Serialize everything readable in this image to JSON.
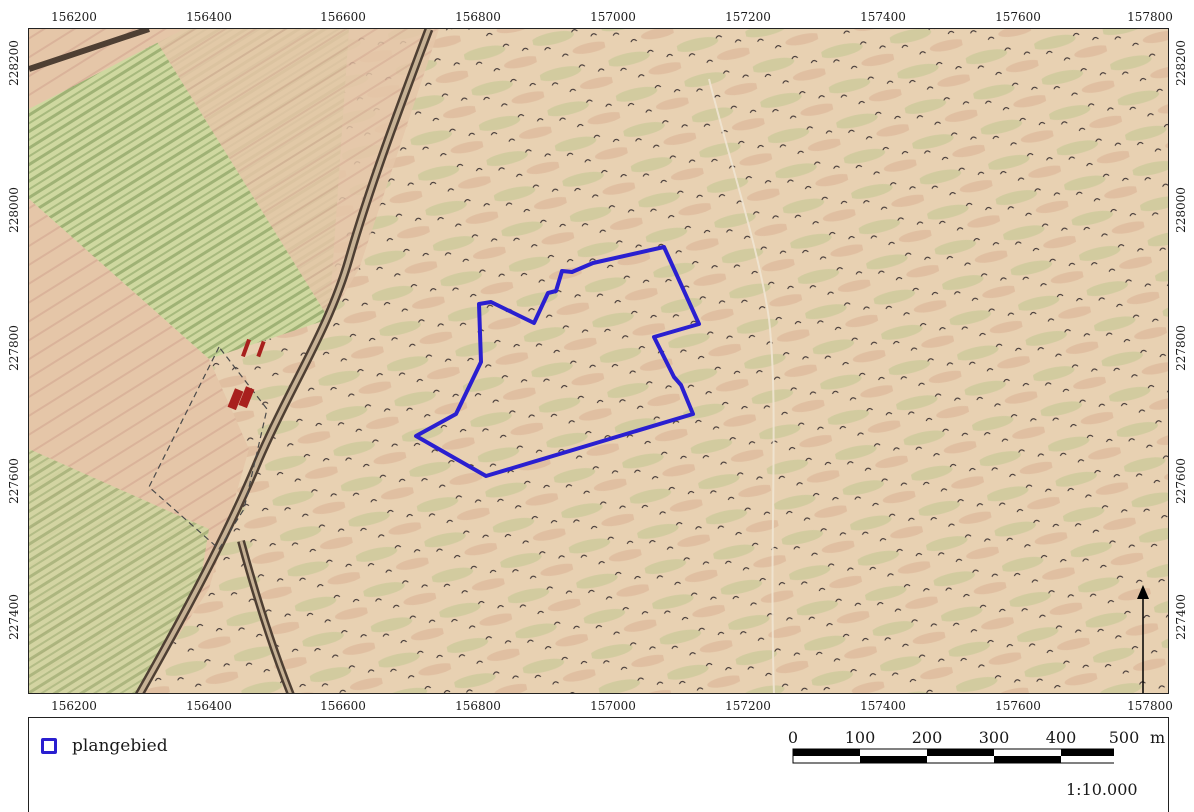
{
  "map": {
    "x_ticks": [
      "156200",
      "156400",
      "156600",
      "156800",
      "157000",
      "157200",
      "157400",
      "157600",
      "157800"
    ],
    "y_ticks": [
      "228200",
      "228000",
      "227800",
      "227600",
      "227400"
    ],
    "colors": {
      "parchment": "#e9d3b4",
      "meadow": "#b8c48f",
      "pink_field": "#dfbca0",
      "road": "#5a4a3c",
      "boundary": "#2a1fd0",
      "building": "#a8201d"
    }
  },
  "legend": {
    "label": "plangebied",
    "icon": "blue-outline-square-icon"
  },
  "scale_bar": {
    "labels": [
      "0",
      "100",
      "200",
      "300",
      "400",
      "500"
    ],
    "unit": "m",
    "ratio": "1:10.000"
  },
  "north_arrow": {
    "icon": "north-arrow-icon"
  }
}
